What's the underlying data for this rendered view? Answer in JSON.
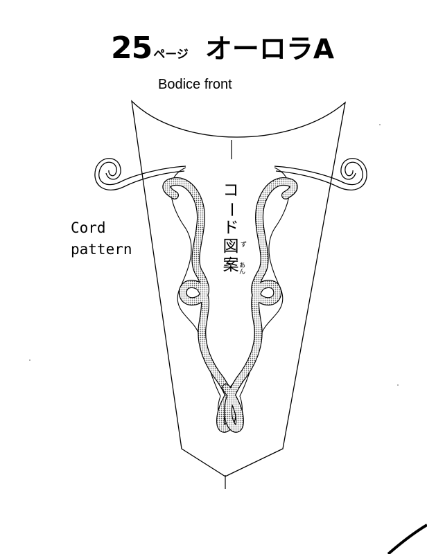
{
  "heading": {
    "page_number": "25",
    "page_word": "ページ",
    "title": "オーロラA"
  },
  "subtitle": "Bodice front",
  "side_label": {
    "line1": "Cord",
    "line2": "pattern"
  },
  "vertical_label": {
    "chars": [
      "コ",
      "ー",
      "ド",
      "図",
      "案"
    ],
    "ruby_zu": "ず",
    "ruby_an": "あん"
  }
}
